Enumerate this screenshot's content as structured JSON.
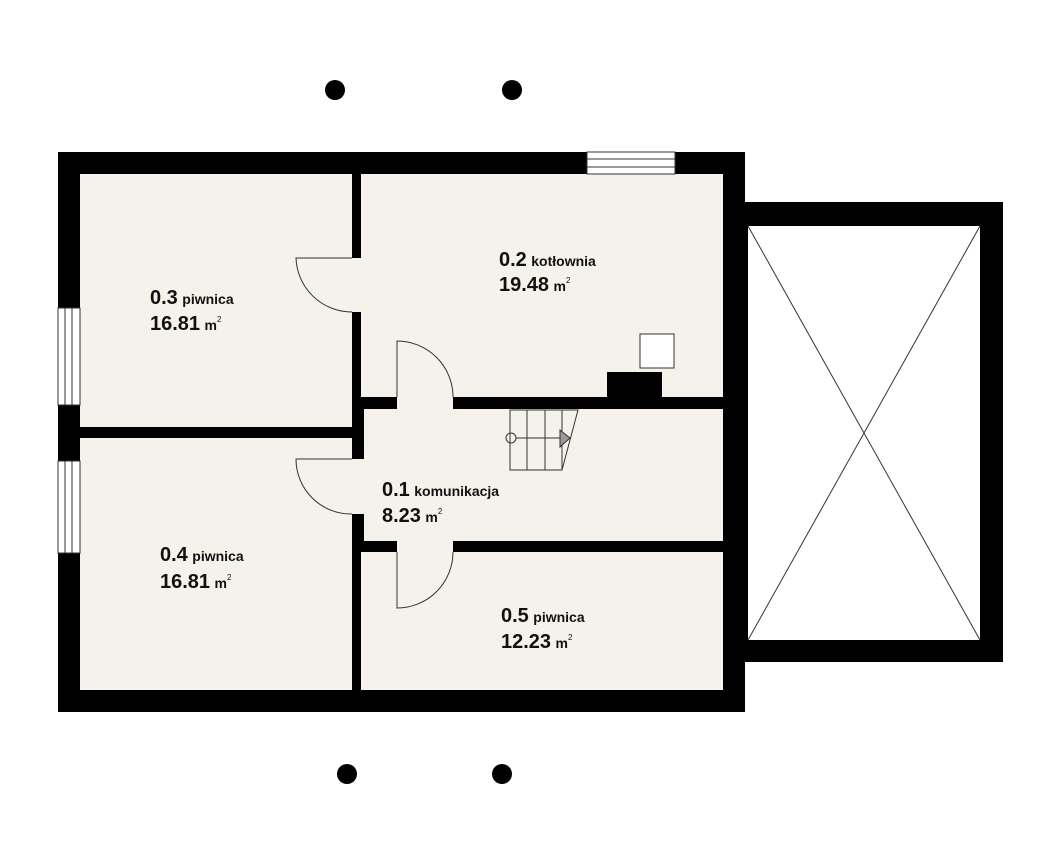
{
  "colors": {
    "wall": "#000000",
    "floor": "#f5f1eb",
    "line": "#333333"
  },
  "rooms": [
    {
      "id": "0.1",
      "name": "komunikacja",
      "area": "8.23",
      "unit": "m",
      "sup": "2"
    },
    {
      "id": "0.2",
      "name": "kotłownia",
      "area": "19.48",
      "unit": "m",
      "sup": "2"
    },
    {
      "id": "0.3",
      "name": "piwnica",
      "area": "16.81",
      "unit": "m",
      "sup": "2"
    },
    {
      "id": "0.4",
      "name": "piwnica",
      "area": "16.81",
      "unit": "m",
      "sup": "2"
    },
    {
      "id": "0.5",
      "name": "piwnica",
      "area": "12.23",
      "unit": "m",
      "sup": "2"
    }
  ]
}
